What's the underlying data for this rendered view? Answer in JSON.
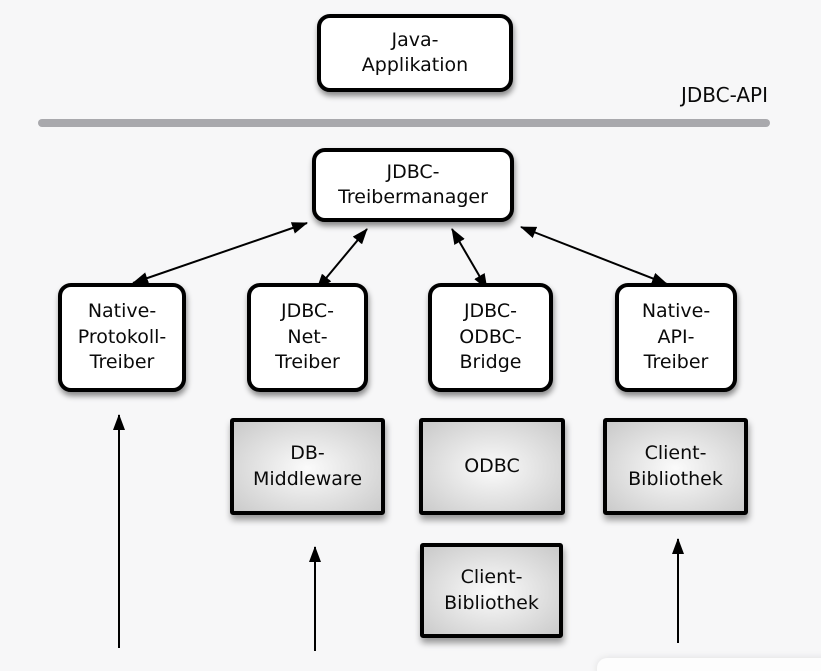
{
  "diagram": {
    "title_label": "JDBC-API",
    "nodes": {
      "java_application": {
        "label": "Java-\nApplikation"
      },
      "jdbc_treibermanager": {
        "label": "JDBC-\nTreibermanager"
      },
      "native_protokoll_treiber": {
        "label": "Native-\nProtokoll-\nTreiber"
      },
      "jdbc_net_treiber": {
        "label": "JDBC-\nNet-\nTreiber"
      },
      "jdbc_odbc_bridge": {
        "label": "JDBC-\nODBC-\nBridge"
      },
      "native_api_treiber": {
        "label": "Native-\nAPI-\nTreiber"
      },
      "db_middleware": {
        "label": "DB-\nMiddleware"
      },
      "odbc": {
        "label": "ODBC"
      },
      "client_bibliothek_right": {
        "label": "Client-\nBibliothek"
      },
      "client_bibliothek_bottom": {
        "label": "Client-\nBibliothek"
      }
    },
    "colors": {
      "background": "#f7f7f8",
      "separator_bar": "#a9a9ad",
      "box_border": "#000000",
      "white_box_fill": "#ffffff",
      "gray_box_fill_edge": "#c9c9c9",
      "gray_box_fill_center": "#fbfbfb",
      "arrow": "#000000"
    }
  }
}
